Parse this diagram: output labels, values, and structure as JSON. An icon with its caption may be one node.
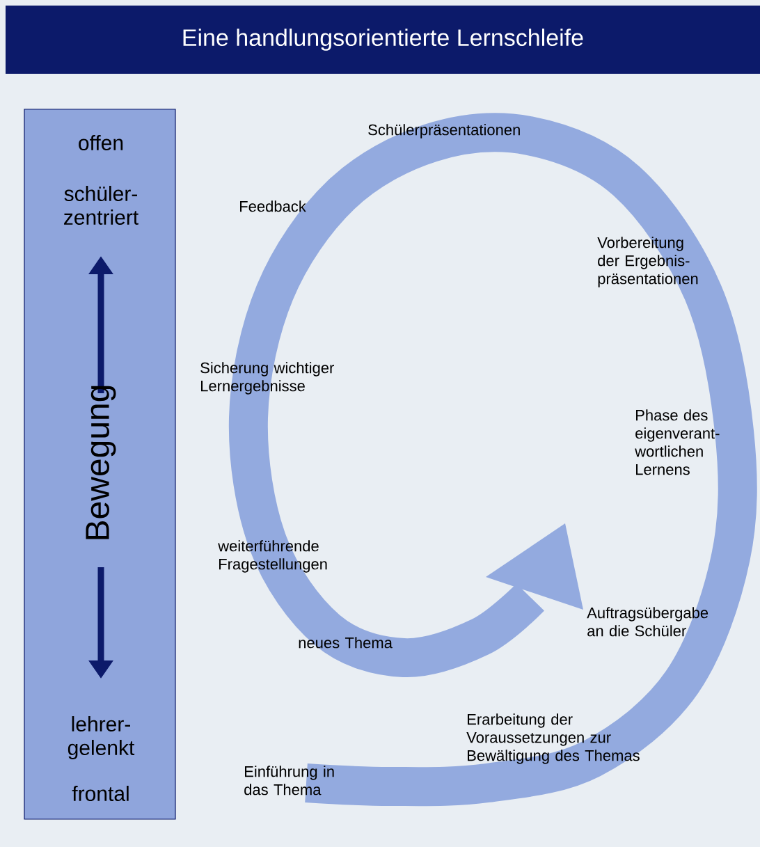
{
  "diagram": {
    "title": "Eine handlungsorientierte Lernschleife",
    "nodes": [
      {
        "text": [
          "offen",
          "schüler-zentriert",
          "Bewegung",
          "lehrer-gelenkt",
          "frontal"
        ]
      }
    ],
    "labels": [
      "Schülerpräsentationen",
      "Feedback",
      "Vorbereitung der Ergebnis-präsentationen",
      "Sicherung wichtiger Lernergebnisse",
      "Phase des eigenverant-wortlichen Lernens",
      "weiterführende Fragestellungen",
      "Auftragsübergabe an die Schüler",
      "neues Thema",
      "Erarbeitung der Voraussetzungen zur Bewältigung des Themas",
      "Einführung in das Thema"
    ]
  }
}
